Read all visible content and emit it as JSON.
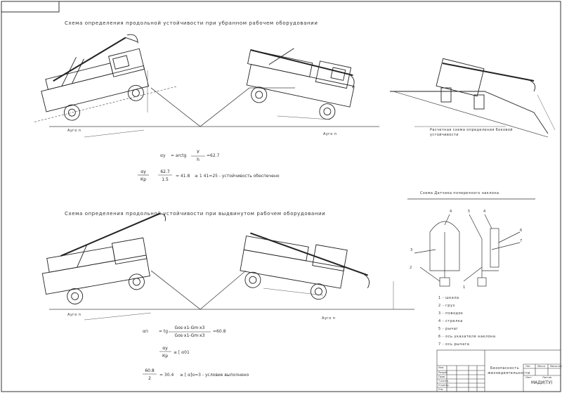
{
  "titles": {
    "top_diagram": "Схема определения продольной устойчивости при убранном рабочем оборудовании",
    "bottom_diagram": "Схема определения продольной устойчивости при выдвинутом рабочем оборудовании",
    "side_calc": "Расчетная схема определения боковой устойчивости",
    "inclinometer": "Схема Датчика поперечного наклона"
  },
  "angle_labels": {
    "a1": "Aуго п",
    "a2": "Aуго п",
    "a3": "Aуго п",
    "a4": "Aуго п"
  },
  "formulas": {
    "f1_lhs": "αу",
    "f1_rhs": "= arctg",
    "f1_num": "У",
    "f1_den": "h",
    "f1_res": "=62.7",
    "f2_num": "αу",
    "f2_den": "Кр",
    "f2_num_val": "62.7",
    "f2_den_val": "1.5",
    "f2_res": "= 41.8",
    "f2_tail": "≥ 1   41=25  - устойчивость обеспечено",
    "f3_lhs": "αп",
    "f3_mid": "= tg",
    "f3_num": "Gos⋅x1-Gm⋅x3",
    "f3_den": "Gos⋅x1-Gm⋅x3",
    "f3_res": "=60.8",
    "f4_num": "αу",
    "f4_den": "Кр",
    "f4_res": "≥ [ α01",
    "f5_num": "60.8",
    "f5_den": "2",
    "f5_res": "= 30.4",
    "f5_tail": "≥ [ α]o=3   - условие выполнено"
  },
  "inclinometer_labels": [
    "1",
    "2",
    "3",
    "4",
    "4",
    "5",
    "6",
    "7"
  ],
  "legend": [
    "1 - шкала",
    "2 - груз",
    "3 - поводок",
    "4 - стрелка",
    "5 - рычаг",
    "6 - ось указателя наклона",
    "7 - ось рычага"
  ],
  "title_block": {
    "doc_title_line1": "Безопасность",
    "doc_title_line2": "жизнедеятельности",
    "org": "МАДИ(ТУ)",
    "col_headers": [
      "Лит.",
      "Масса",
      "Масштаб"
    ],
    "rows": [
      "Изм.",
      "Разраб.",
      "Пров.",
      "Т.контр.",
      "Н.контр.",
      "Утв."
    ],
    "sheet_label": "Лист",
    "sheets_label": "Листов"
  }
}
